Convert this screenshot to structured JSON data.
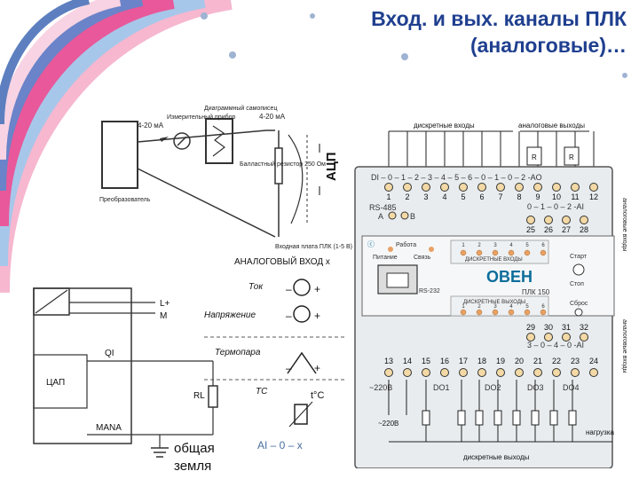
{
  "slide": {
    "title_line1": "Вход. и вых. каналы ПЛК",
    "title_line2": "(аналоговые)…"
  },
  "diagram_top": {
    "current_label": "4-20 мА",
    "current_label_right": "4-20 мА",
    "meter_label": "Измерительный прибор",
    "recorder_label": "Диаграммный самописец",
    "resistor_label": "Балластный резистор 250 Ом",
    "transducer_label": "Преобразователь",
    "plc_input_label": "Входная плата ПЛК (1-5 В)",
    "adc_label": "АЦП"
  },
  "analog_input": {
    "heading": "АНАЛОГОВЫЙ ВХОД x",
    "current": "Ток",
    "voltage": "Напряжение",
    "thermocouple": "Термопара",
    "tc": "ТС",
    "temp": "t°C",
    "terminal_label": "AI – 0 – x"
  },
  "dac_circuit": {
    "l_plus": "L+",
    "m": "M",
    "qi": "QI",
    "dac": "ЦАП",
    "rl": "RL",
    "mana": "MANA",
    "ground_line1": "общая",
    "ground_line2": "земля"
  },
  "plc": {
    "top_discrete_inputs": "дискретные входы",
    "top_analog_outputs": "аналоговые выходы",
    "di_row": "DI – 0 – 1 – 2 – 3 – 4 – 5 – 6 – 0 – 1 – 0 – 2 -AO",
    "term_row1": [
      "1",
      "2",
      "3",
      "4",
      "5",
      "6",
      "7",
      "8",
      "9",
      "10",
      "11",
      "12"
    ],
    "rs485": "RS-485",
    "rs_a": "A",
    "rs_b": "B",
    "ai_row": "0 – 1 – 0 – 2 -AI",
    "term_row2": [
      "25",
      "26",
      "27",
      "28"
    ],
    "side_label_top": "аналоговые входы",
    "led_power": "Питание",
    "led_work": "Работа",
    "led_link": "Связь",
    "di_panel_label": "ДИСКРЕТНЫЕ ВХОДЫ",
    "do_panel_label": "ДИСКРЕТНЫЕ ВЫХОДЫ",
    "rs232": "RS-232",
    "brand": "ОВЕН",
    "model": "ПЛК 150",
    "start": "Старт",
    "stop": "Стоп",
    "reset": "Сброс",
    "led_numbers_top": [
      "1",
      "2",
      "3",
      "4",
      "5",
      "6"
    ],
    "led_numbers_bottom": [
      "1",
      "2",
      "3",
      "4",
      "5",
      "6"
    ],
    "term_row3": [
      "29",
      "30",
      "31",
      "32"
    ],
    "ao_row": "3 – 0 – 4 – 0 -AI",
    "side_label_bottom": "аналоговые входы",
    "term_row4": [
      "13",
      "14",
      "15",
      "16",
      "17",
      "18",
      "19",
      "20",
      "21",
      "22",
      "23",
      "24"
    ],
    "bottom_row": [
      "~220В",
      "DO1",
      "DO2",
      "DO3",
      "DO4"
    ],
    "supply": "~220В",
    "load": "нагрузка",
    "bottom_discrete_outputs": "дискретные выходы"
  }
}
